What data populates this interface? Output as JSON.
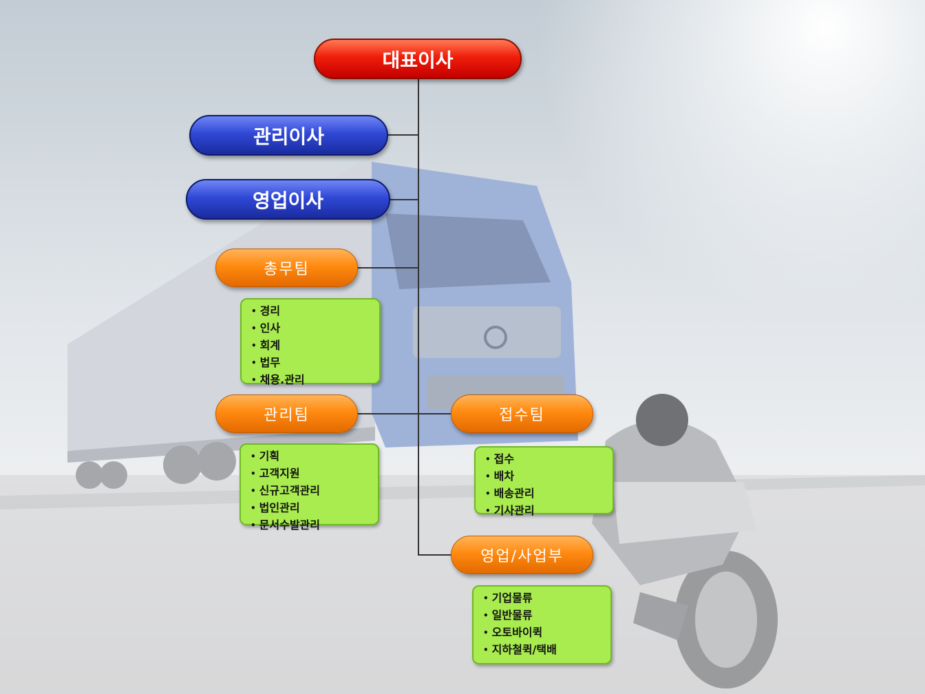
{
  "ceo": "대표이사",
  "executives": [
    "관리이사",
    "영업이사"
  ],
  "teams": {
    "general_affairs": {
      "title": "총무팀",
      "items": [
        "경리",
        "인사",
        "회계",
        "법무",
        "채용.관리"
      ]
    },
    "management": {
      "title": "관리팀",
      "items": [
        "기획",
        "고객지원",
        "신규고객관리",
        "법인관리",
        "문서수발관리"
      ]
    },
    "reception": {
      "title": "접수팀",
      "items": [
        "접수",
        "배차",
        "배송관리",
        "기사관리"
      ]
    },
    "sales": {
      "title": "영업/사업부",
      "items": [
        "기업물류",
        "일반물류",
        "오토바이퀵",
        "지하철퀵/택배"
      ]
    }
  },
  "colors": {
    "ceo": "#e81e0a",
    "executive": "#2b42cc",
    "team": "#ff8a10",
    "duties": "#a9ec4f"
  }
}
